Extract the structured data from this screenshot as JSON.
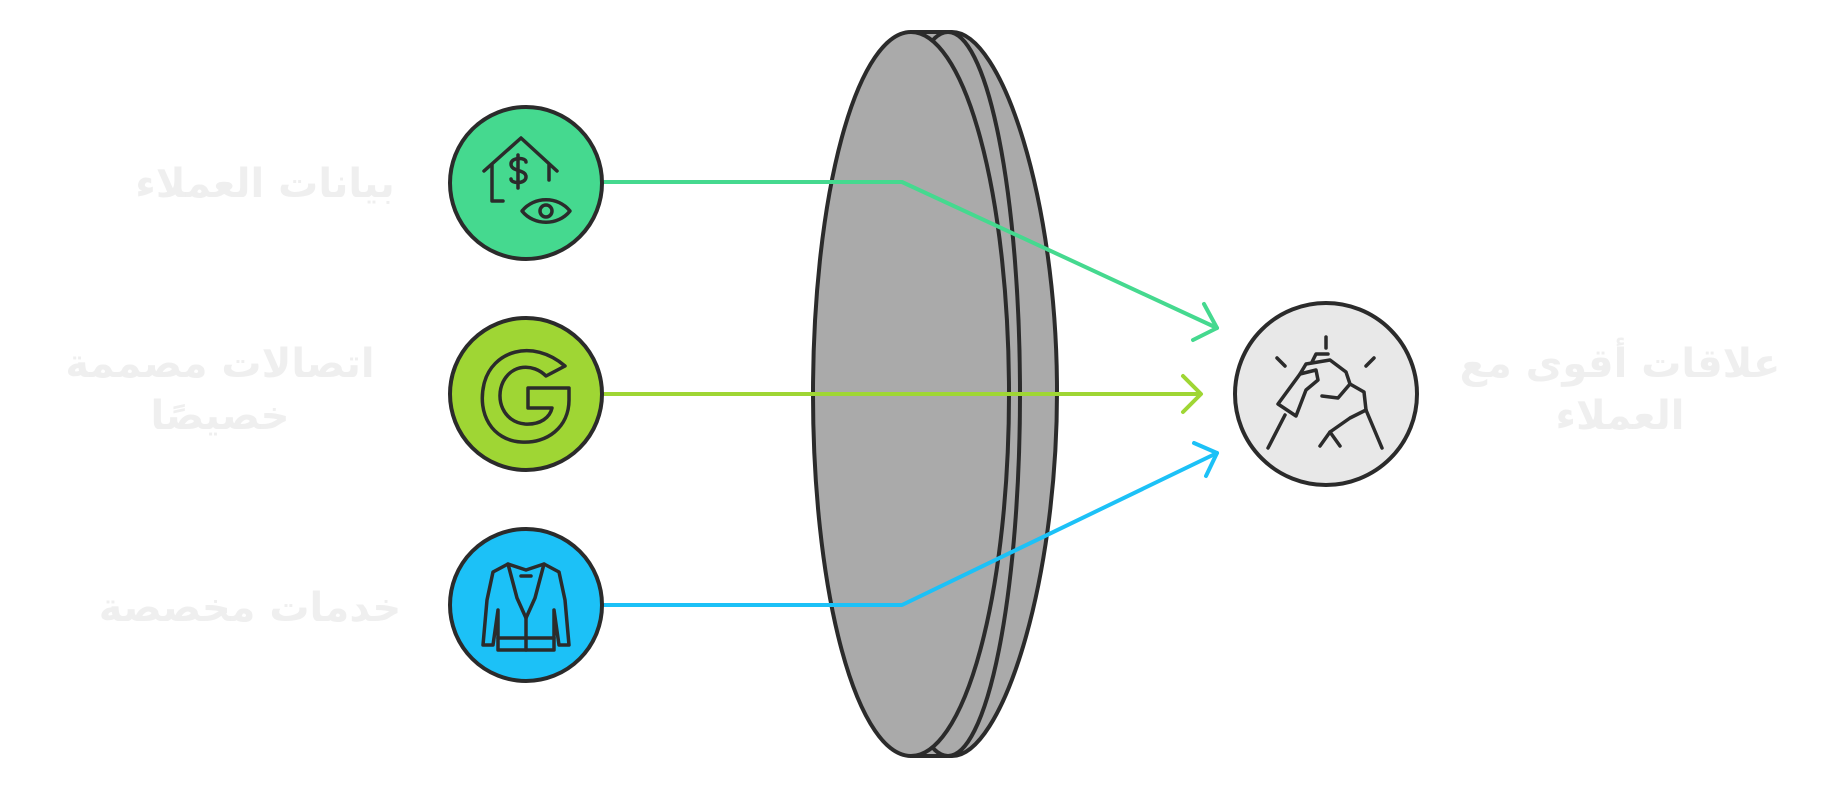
{
  "inputs": [
    {
      "label": "بيانات العملاء",
      "color": "#45d98f",
      "icon": "house-dollar-eye-icon"
    },
    {
      "label": "اتصالات مصممة\nخصيصًا",
      "color": "#9fd634",
      "icon": "letter-g-icon"
    },
    {
      "label": "خدمات مخصصة",
      "color": "#1cc1f7",
      "icon": "tailored-jacket-icon"
    }
  ],
  "lens": {
    "name": "lens",
    "color": "#aaaaaa"
  },
  "output": {
    "label": "علاقات أقوى مع\nالعملاء",
    "color": "#e8e8e8",
    "icon": "handshake-icon"
  },
  "text_color": "#efefef"
}
